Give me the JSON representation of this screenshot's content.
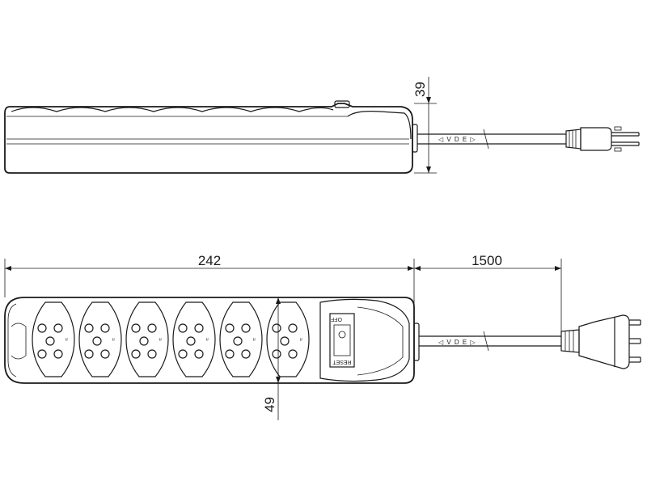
{
  "dimensions": {
    "height": "39",
    "length": "242",
    "cable": "1500",
    "width": "49"
  },
  "cable_marking": {
    "side": "◁ V D E ▷",
    "top": "◁ V D E ▷"
  },
  "switch_labels": {
    "off": "OFF",
    "reset": "RESET"
  },
  "socket_count": 6,
  "socket_glyph": "≈"
}
